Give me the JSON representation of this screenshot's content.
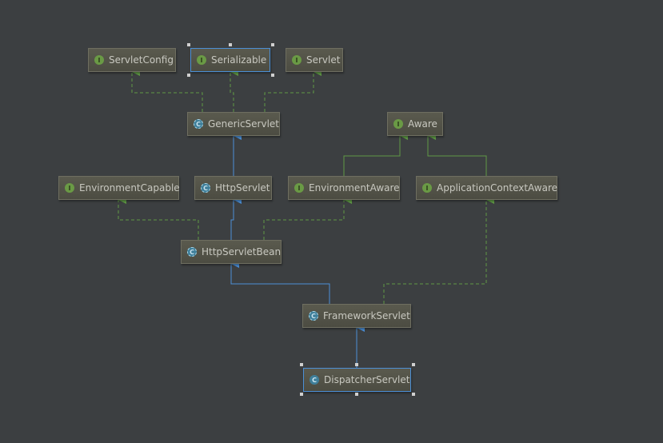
{
  "diagram": {
    "nodes": [
      {
        "id": "ServletConfig",
        "label": "ServletConfig",
        "kind": "interface",
        "badge": "I"
      },
      {
        "id": "Serializable",
        "label": "Serializable",
        "kind": "interface",
        "badge": "I",
        "selected": true
      },
      {
        "id": "Servlet",
        "label": "Servlet",
        "kind": "interface",
        "badge": "I"
      },
      {
        "id": "GenericServlet",
        "label": "GenericServlet",
        "kind": "abstract",
        "badge": "C"
      },
      {
        "id": "Aware",
        "label": "Aware",
        "kind": "interface",
        "badge": "I"
      },
      {
        "id": "EnvironmentCapable",
        "label": "EnvironmentCapable",
        "kind": "interface",
        "badge": "I"
      },
      {
        "id": "HttpServlet",
        "label": "HttpServlet",
        "kind": "abstract",
        "badge": "C"
      },
      {
        "id": "EnvironmentAware",
        "label": "EnvironmentAware",
        "kind": "interface",
        "badge": "I"
      },
      {
        "id": "ApplicationContextAware",
        "label": "ApplicationContextAware",
        "kind": "interface",
        "badge": "I"
      },
      {
        "id": "HttpServletBean",
        "label": "HttpServletBean",
        "kind": "abstract",
        "badge": "C"
      },
      {
        "id": "FrameworkServlet",
        "label": "FrameworkServlet",
        "kind": "abstract",
        "badge": "C"
      },
      {
        "id": "DispatcherServlet",
        "label": "DispatcherServlet",
        "kind": "class",
        "badge": "C",
        "selected": true
      }
    ],
    "edges": [
      {
        "from": "GenericServlet",
        "to": "ServletConfig",
        "relation": "implements"
      },
      {
        "from": "GenericServlet",
        "to": "Serializable",
        "relation": "implements"
      },
      {
        "from": "GenericServlet",
        "to": "Servlet",
        "relation": "implements"
      },
      {
        "from": "HttpServlet",
        "to": "GenericServlet",
        "relation": "extends"
      },
      {
        "from": "EnvironmentAware",
        "to": "Aware",
        "relation": "extends-interface"
      },
      {
        "from": "ApplicationContextAware",
        "to": "Aware",
        "relation": "extends-interface"
      },
      {
        "from": "HttpServletBean",
        "to": "EnvironmentCapable",
        "relation": "implements"
      },
      {
        "from": "HttpServletBean",
        "to": "HttpServlet",
        "relation": "extends"
      },
      {
        "from": "HttpServletBean",
        "to": "EnvironmentAware",
        "relation": "implements"
      },
      {
        "from": "FrameworkServlet",
        "to": "HttpServletBean",
        "relation": "extends"
      },
      {
        "from": "FrameworkServlet",
        "to": "ApplicationContextAware",
        "relation": "implements"
      },
      {
        "from": "DispatcherServlet",
        "to": "FrameworkServlet",
        "relation": "extends"
      }
    ],
    "colors": {
      "background": "#3c3f41",
      "implements": "#5f9a45",
      "extends": "#4b8fd6",
      "selection": "#4b8fd6"
    }
  }
}
